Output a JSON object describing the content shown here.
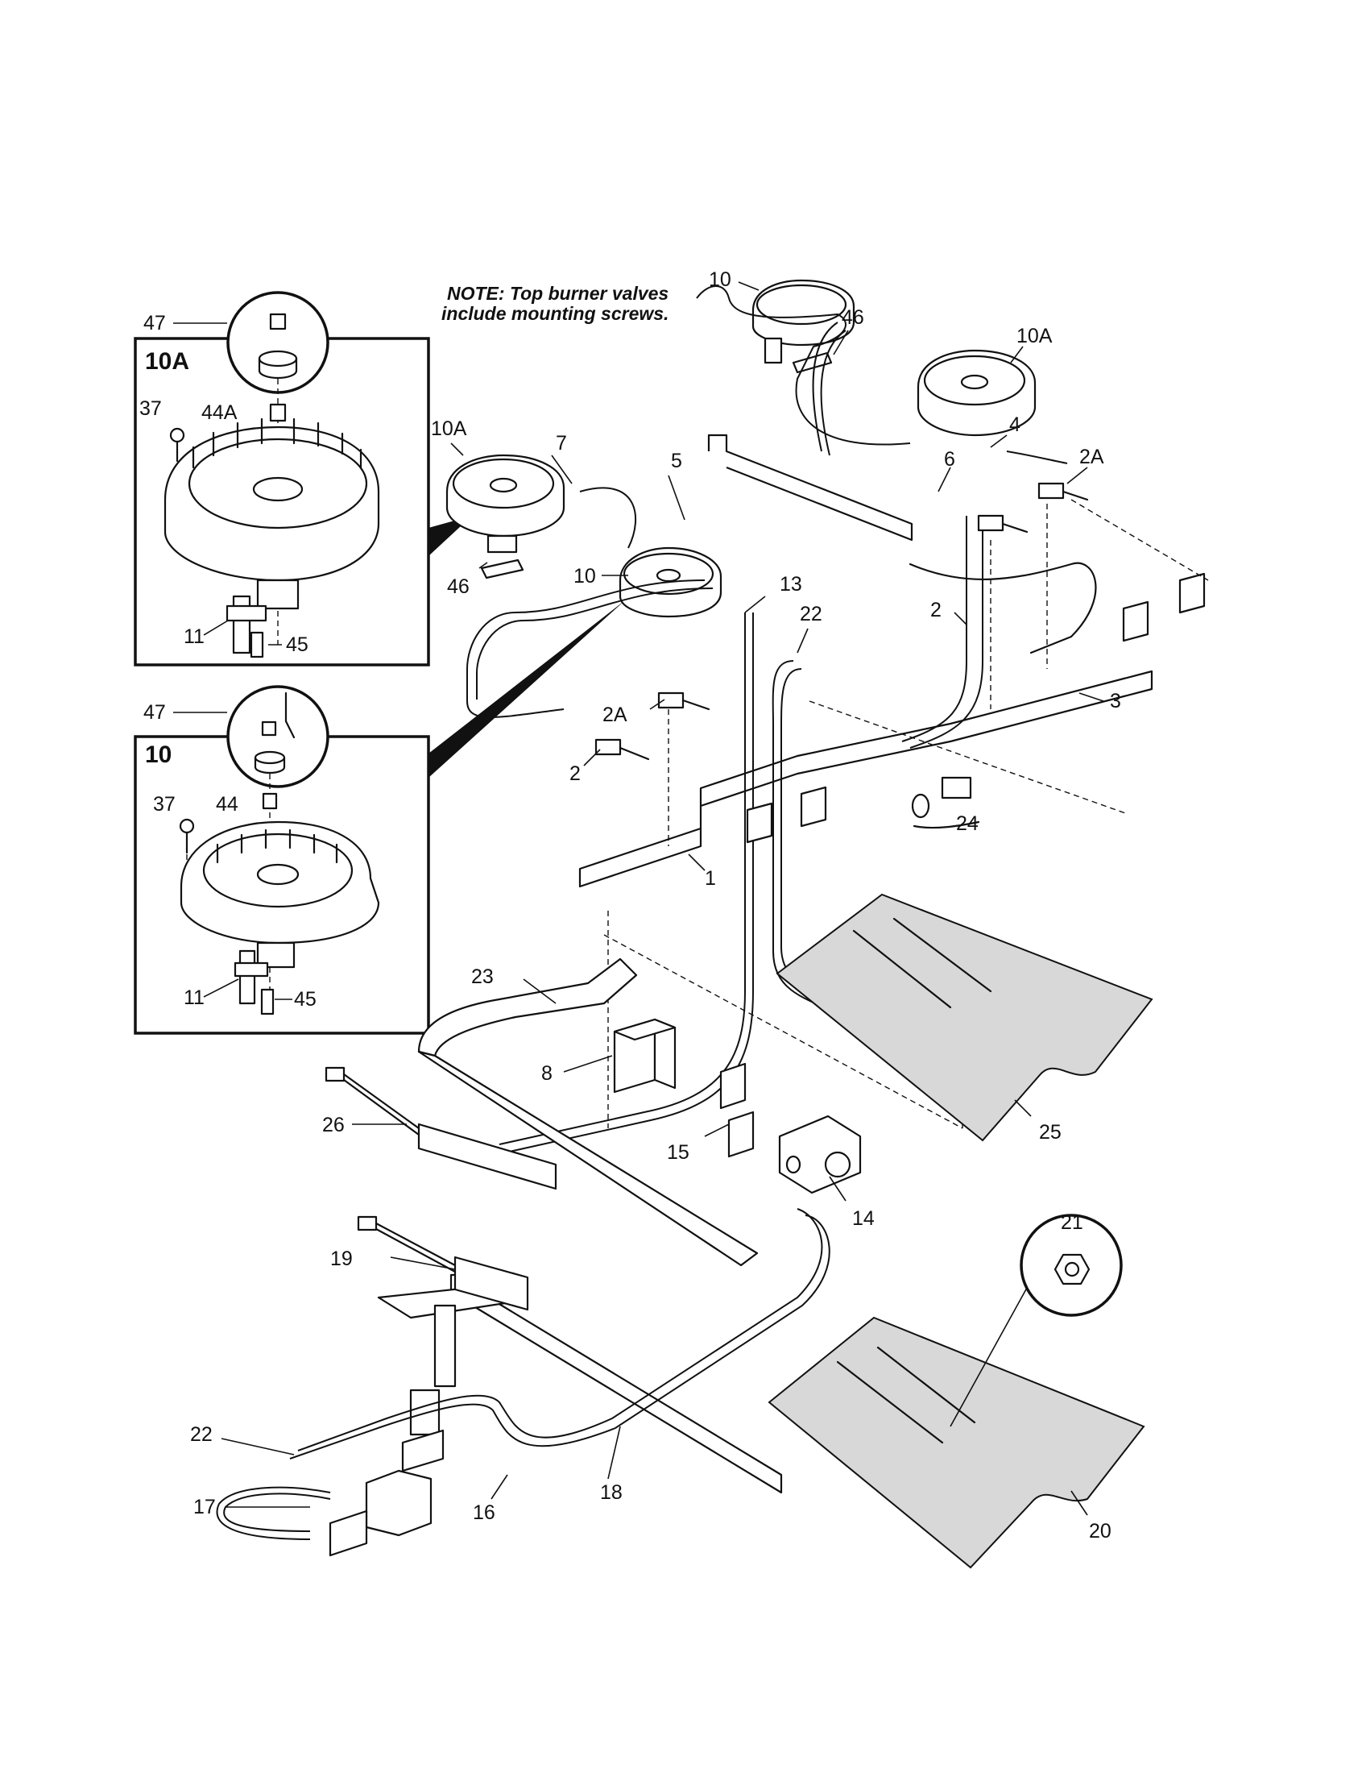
{
  "note": {
    "line1": "NOTE: Top burner valves",
    "line2": "include mounting screws."
  },
  "insets": {
    "inset_10a_title": "10A",
    "inset_10_title": "10"
  },
  "labels": {
    "l47_top": "47",
    "l37_top": "37",
    "l44a": "44A",
    "l11_top": "11",
    "l45_top": "45",
    "l47_bot": "47",
    "l37_bot": "37",
    "l44": "44",
    "l11_bot": "11",
    "l45_bot": "45",
    "l10a_mid": "10A",
    "l46_mid": "46",
    "l7": "7",
    "l5": "5",
    "l10_mid": "10",
    "l13": "13",
    "l22_top": "22",
    "l2a_left": "2A",
    "l2_left": "2",
    "l1": "1",
    "l10_top": "10",
    "l46_top": "46",
    "l10a_top": "10A",
    "l4": "4",
    "l6": "6",
    "l2a_right": "2A",
    "l2_right": "2",
    "l3": "3",
    "l24": "24",
    "l23": "23",
    "l8": "8",
    "l26": "26",
    "l15": "15",
    "l14": "14",
    "l25": "25",
    "l19": "19",
    "l21": "21",
    "l22_bot": "22",
    "l17": "17",
    "l16": "16",
    "l18": "18",
    "l20": "20"
  }
}
